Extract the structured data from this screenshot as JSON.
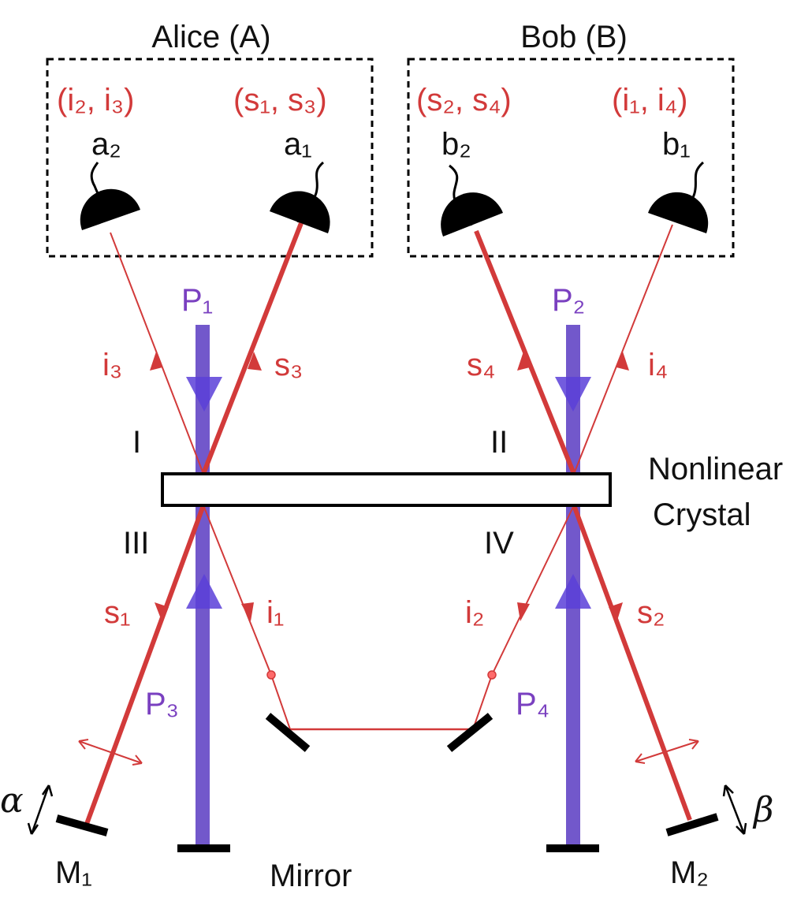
{
  "parties": {
    "alice": "Alice (A)",
    "bob": "Bob (B)"
  },
  "detector_modes": {
    "a2_modes": "(i₂, i₃)",
    "a1_modes": "(s₁, s₃)",
    "b2_modes": "(s₂, s₄)",
    "b1_modes": "(i₁, i₄)"
  },
  "detectors": {
    "a2": "a₂",
    "a1": "a₁",
    "b2": "b₂",
    "b1": "b₁"
  },
  "pumps": {
    "p1": "P₁",
    "p2": "P₂",
    "p3": "P₃",
    "p4": "P₄"
  },
  "beams": {
    "i3": "i₃",
    "s3": "s₃",
    "s4": "s₄",
    "i4": "i₄",
    "s1": "s₁",
    "i1": "i₁",
    "i2": "i₂",
    "s2": "s₂"
  },
  "regions": {
    "r1": "I",
    "r2": "II",
    "r3": "III",
    "r4": "IV"
  },
  "crystal": {
    "line1": "Nonlinear",
    "line2": "Crystal"
  },
  "mirrors": {
    "m1": "M₁",
    "m2": "M₂",
    "mirror": "Mirror"
  },
  "phases": {
    "alpha": "α",
    "beta": "β"
  },
  "colors": {
    "signal_idler": "#d23a3a",
    "pump": "#6a4fc8",
    "detector": "#000000"
  }
}
